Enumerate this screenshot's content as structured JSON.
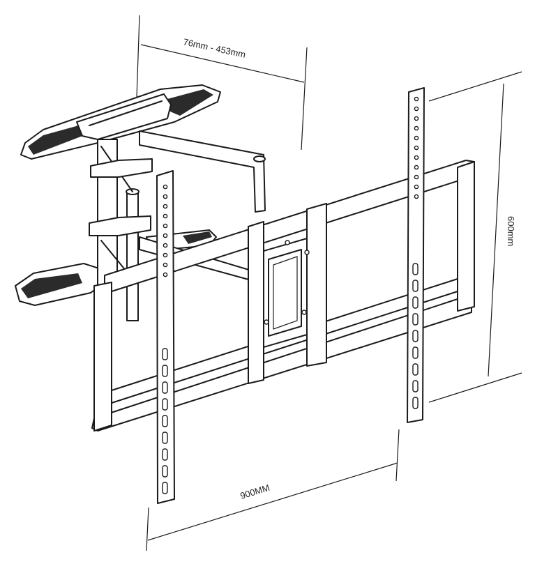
{
  "dimensions": {
    "arm_extension": "76mm - 453mm",
    "vertical_spacing": "600mm",
    "horizontal_spacing": "900MM"
  }
}
